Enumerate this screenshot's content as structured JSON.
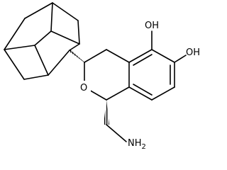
{
  "structure": {
    "atoms": {
      "hydroxyl_1": "OH",
      "hydroxyl_2": "OH",
      "ring_oxygen": "O",
      "amine": "NH",
      "amine_subscript": "2"
    },
    "colors": {
      "bond": "#000000",
      "label": "#000000",
      "background": "#ffffff"
    }
  }
}
